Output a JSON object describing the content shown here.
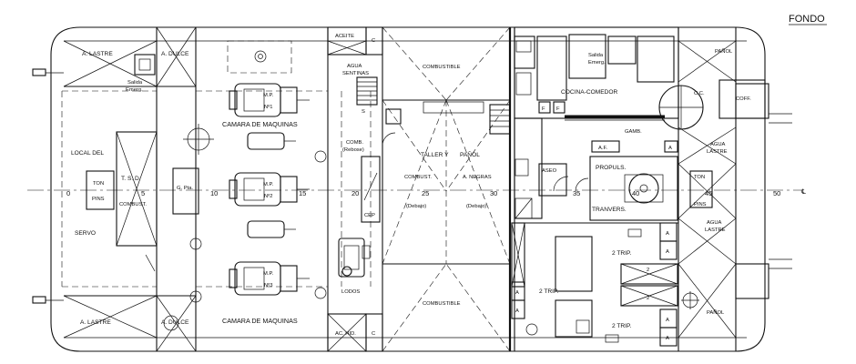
{
  "sheet": {
    "title": "FONDO"
  },
  "axis": {
    "symbol": "℄",
    "frames": [
      "0",
      "5",
      "10",
      "15",
      "20",
      "25",
      "30",
      "35",
      "40",
      "45",
      "50"
    ]
  },
  "labels": {
    "lastre_top": "A. LASTRE",
    "dulce_top": "A. DULCE",
    "salida_aft": "Salida",
    "emerg_aft": "Emerg.",
    "aceite": "ACEITE",
    "c_top": "C",
    "agua_sentinas_1": "AGUA",
    "agua_sentinas_2": "SENTINAS",
    "combustible_top": "COMBUSTIBLE",
    "salida_fwd": "Salida",
    "emerg_fwd": "Emerg.",
    "cocina": "COCINA-COMEDOR",
    "panol_top": "PAÑOL",
    "cc": "C.C.",
    "coff": "COFF.",
    "camara_top": "CAMARA DE MAQUINAS",
    "mp1_a": "M.P.",
    "mp1_b": "Nº1",
    "mp2_a": "M.P.",
    "mp2_b": "Nº2",
    "mp3_a": "M.P.",
    "mp3_b": "Nº3",
    "gamb": "GAMB.",
    "af": "A.F.",
    "a_box": "A",
    "comb_reb_1": "COMB.",
    "comb_reb_2": "(Rebose)",
    "taller": "TALLER Y",
    "panol_mid": "PAÑOL",
    "agua_lastre_fwd_1": "AGUA",
    "agua_lastre_fwd_2": "LASTRE",
    "local_del": "LOCAL DEL",
    "servo": "SERVO",
    "ton_aft_1": "TON",
    "ton_aft_2": "PINS",
    "tsd_1": "T. S. D.",
    "tsd_2": "COMBUST.",
    "gpta": "G. Pta.",
    "cep": "CEP",
    "combust_deb_1": "COMBUST.",
    "combust_deb_2": "(Debajo)",
    "aneg_1": "A. NEGRAS",
    "aneg_2": "(Debajo)",
    "aseo": "ASEO",
    "propuls_1": "PROPULS.",
    "propuls_2": "TRANVERS.",
    "ton_fwd_1": "TON",
    "ton_fwd_2": "PINS",
    "agua_lastre_2_1": "AGUA",
    "agua_lastre_2_2": "LASTRE",
    "trip_1": "2 TRIP.",
    "trip_2": "2 TRIP.",
    "trip_3": "2 TRIP.",
    "berth_num": "2",
    "lodos": "LODOS",
    "camara_bot": "CAMARA DE MAQUINAS",
    "lastre_bot": "A. LASTRE",
    "dulce_bot": "A. DULCE",
    "achid": "AC. HID.",
    "c_bot": "C",
    "combustible_bot": "COMBUSTIBLE",
    "panol_bot": "PAÑOL",
    "s_mark": "S"
  }
}
